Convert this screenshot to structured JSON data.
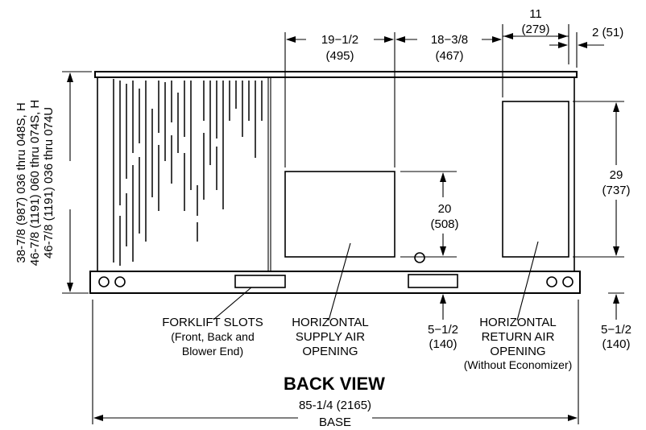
{
  "title": "BACK VIEW",
  "dimensions": {
    "supply_width": {
      "imperial": "19−1/2",
      "metric": "(495)"
    },
    "between_openings": {
      "imperial": "18−3/8",
      "metric": "(467)"
    },
    "return_width": {
      "imperial": "11",
      "metric": "(279)"
    },
    "right_offset": {
      "text": "2 (51)"
    },
    "supply_height": {
      "imperial": "20",
      "metric": "(508)"
    },
    "return_height": {
      "imperial": "29",
      "metric": "(737)"
    },
    "supply_base_clearance": {
      "imperial": "5−1/2",
      "metric": "(140)"
    },
    "return_base_clearance": {
      "imperial": "5−1/2",
      "metric": "(140)"
    },
    "base_length": {
      "imperial": "85-1/4 (2165)",
      "caption": "BASE"
    },
    "unit_height": {
      "lines": [
        "38-7/8 (987) 036 thru 048S, H",
        "46-7/8 (1191) 060 thru 074S, H",
        "46-7/8 (1191) 036 thru 074U"
      ]
    }
  },
  "callouts": {
    "forklift": [
      "FORKLIFT SLOTS",
      "(Front, Back and",
      "Blower End)"
    ],
    "supply": [
      "HORIZONTAL",
      "SUPPLY AIR",
      "OPENING"
    ],
    "return": [
      "HORIZONTAL",
      "RETURN AIR",
      "OPENING",
      "(Without Economizer)"
    ]
  }
}
